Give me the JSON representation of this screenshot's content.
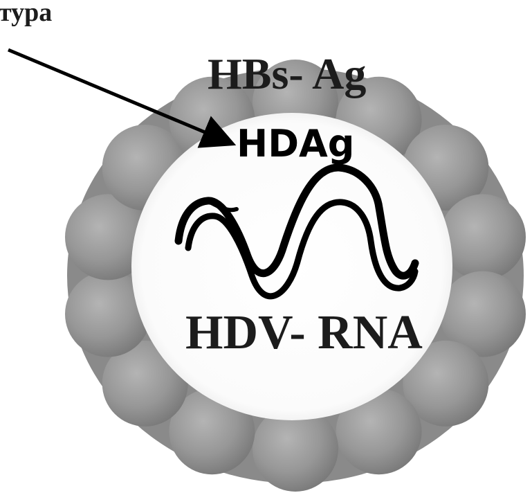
{
  "labels": {
    "corner_text": "тура",
    "envelope_antigen": "HBs- Ag",
    "core_antigen": "HDAg",
    "genome": "HDV- RNA"
  },
  "colors": {
    "envelope": "#8a8a8a",
    "sphere": "#999999",
    "core": "#ffffff",
    "rna_strand": "#000000",
    "text": "#1c1c1c"
  }
}
